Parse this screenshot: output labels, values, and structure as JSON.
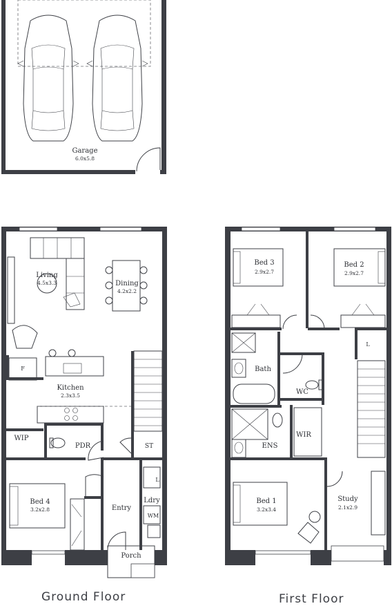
{
  "garage": {
    "name": "Garage",
    "dim": "6.0x5.8"
  },
  "ground": {
    "title": "Ground Floor",
    "rooms": {
      "living": {
        "name": "Living",
        "dim": "4.5x3.3"
      },
      "dining": {
        "name": "Dining",
        "dim": "4.2x2.2"
      },
      "kitchen": {
        "name": "Kitchen",
        "dim": "2.3x3.5"
      },
      "fridge": "F",
      "wip": "WIP",
      "pdr": "PDR",
      "st": "ST",
      "bed4": {
        "name": "Bed 4",
        "dim": "3.2x2.8"
      },
      "entry": "Entry",
      "ldry": "Ldry",
      "l": "L",
      "wm": "WM",
      "porch": "Porch"
    }
  },
  "first": {
    "title": "First Floor",
    "rooms": {
      "bed3": {
        "name": "Bed 3",
        "dim": "2.9x2.7"
      },
      "bed2": {
        "name": "Bed 2",
        "dim": "2.9x2.7"
      },
      "l": "L",
      "bath": "Bath",
      "wc": "WC",
      "wir": "WIR",
      "ens": "ENS",
      "bed1": {
        "name": "Bed 1",
        "dim": "3.2x3.4"
      },
      "study": {
        "name": "Study",
        "dim": "2.1x2.9"
      }
    }
  }
}
